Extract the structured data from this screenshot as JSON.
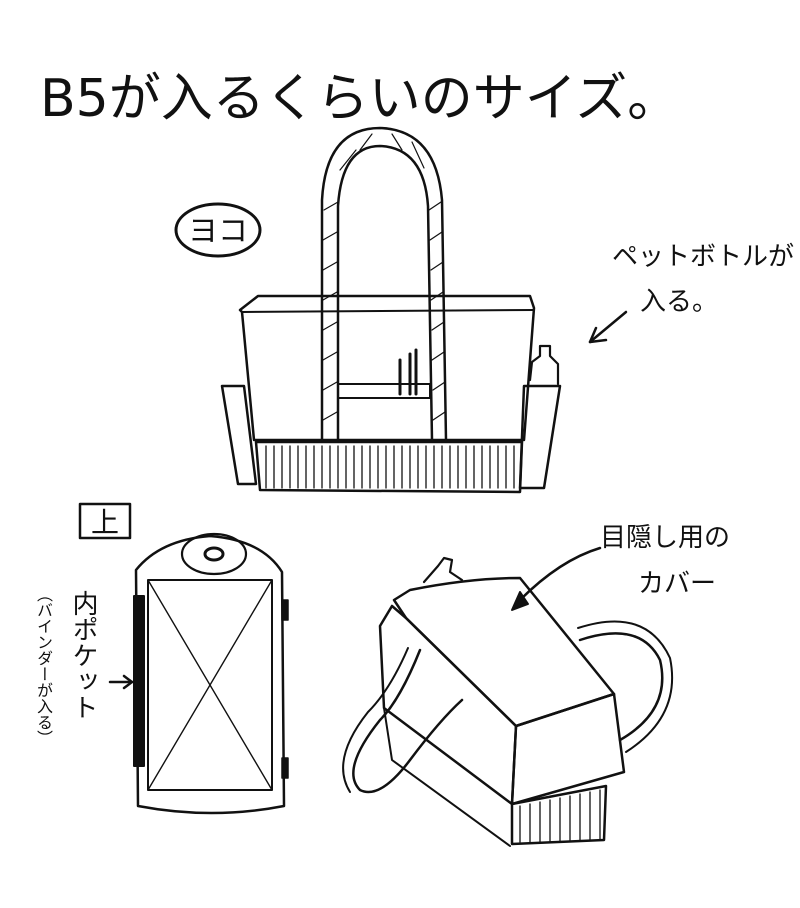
{
  "title": "B5が入るくらいのサイズ。",
  "views": {
    "side_label": "ヨコ",
    "top_label": "上"
  },
  "annotations": {
    "bottle": [
      "ペットボトルが",
      "入る。"
    ],
    "cover": [
      "目隠し用の",
      "カバー"
    ],
    "inner_pocket": "内ポケット",
    "binder_note": "（バインダーが入る）"
  },
  "colors": {
    "ink": "#111111",
    "paper": "#ffffff"
  }
}
